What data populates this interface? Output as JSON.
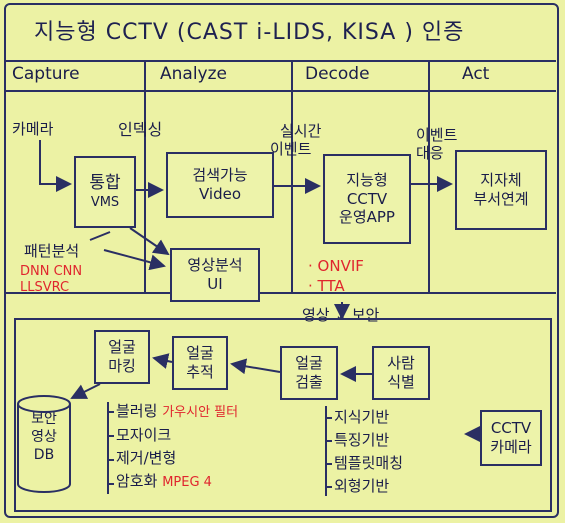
{
  "title": "지능형 CCTV (CAST i-LIDS, KISA ) 인증",
  "stages": [
    "Capture",
    "Analyze",
    "Decode",
    "Act"
  ],
  "top": {
    "camera": "카메라",
    "integrated_vms": [
      "통합",
      "VMS"
    ],
    "indexing": "인덱싱",
    "searchable_video": [
      "검색가능",
      "Video"
    ],
    "realtime_event": [
      "실시간",
      "이벤트"
    ],
    "intelligent_app": [
      "지능형",
      "CCTV",
      "운영APP"
    ],
    "event_response": [
      "이벤트",
      "대응"
    ],
    "local_gov": [
      "지자체",
      "부서연계"
    ],
    "pattern_analysis": "패턴분석",
    "algorithms": [
      "DNN CNN",
      "LLSVRC"
    ],
    "video_analysis_ui": [
      "영상분석",
      "UI"
    ],
    "standards": [
      "· ONVIF",
      "· TTA"
    ],
    "video_security": "영상 ↓ 보안"
  },
  "bottom": {
    "face_masking": [
      "얼굴",
      "마킹"
    ],
    "face_tracking": [
      "얼굴",
      "추적"
    ],
    "face_detection": [
      "얼굴",
      "검출"
    ],
    "person_identification": [
      "사람",
      "식별"
    ],
    "cctv_camera": [
      "CCTV",
      "카메라"
    ],
    "secure_db": [
      "보안",
      "영상",
      "DB"
    ],
    "methods": [
      {
        "text": "블러링",
        "note": "가우시안 필터"
      },
      {
        "text": "모자이크",
        "note": ""
      },
      {
        "text": "제거/변형",
        "note": ""
      },
      {
        "text": "암호화",
        "note": "MPEG 4"
      }
    ],
    "techniques": [
      "지식기반",
      "특징기반",
      "템플릿매칭",
      "외형기반"
    ]
  }
}
